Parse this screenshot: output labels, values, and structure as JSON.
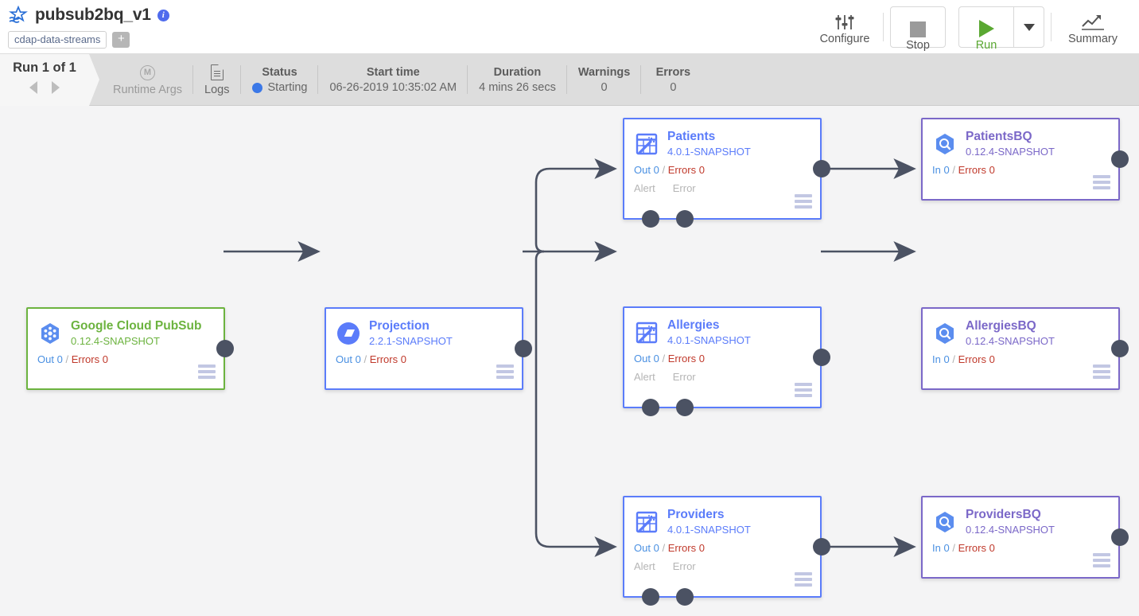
{
  "header": {
    "pipeline_name": "pubsub2bq_v1",
    "pipeline_icon": "pipeline-logo-icon",
    "info_icon": "info-icon",
    "info_glyph": "i",
    "tag": "cdap-data-streams",
    "add_tag_label": "+",
    "toolbar": {
      "configure_label": "Configure",
      "configure_icon": "sliders-icon",
      "stop_label": "Stop",
      "stop_icon": "stop-square-icon",
      "run_label": "Run",
      "run_icon": "play-triangle-icon",
      "caret_icon": "chevron-down-icon",
      "summary_label": "Summary",
      "summary_icon": "line-chart-icon"
    }
  },
  "statusbar": {
    "run_counter": "Run 1 of 1",
    "prev_icon": "chevron-left-icon",
    "next_icon": "chevron-right-icon",
    "runtime_args_label": "Runtime Args",
    "runtime_args_icon": "macro-m-icon",
    "runtime_args_glyph": "M",
    "logs_label": "Logs",
    "logs_icon": "document-icon",
    "status_head": "Status",
    "status_value": "Starting",
    "status_color": "#3b78e7",
    "start_time_head": "Start time",
    "start_time_value": "06-26-2019 10:35:02 AM",
    "duration_head": "Duration",
    "duration_value": "4 mins 26 secs",
    "warnings_head": "Warnings",
    "warnings_value": "0",
    "errors_head": "Errors",
    "errors_value": "0"
  },
  "colors": {
    "source_accent": "#6cb33f",
    "transform_accent": "#5b7cfa",
    "sink_accent": "#7b68c8",
    "metric_in_out": "#4a90e2",
    "metric_error": "#c0392b",
    "edge": "#4b5263",
    "canvas_bg": "#f4f4f5"
  },
  "nodes": [
    {
      "id": "pubsub",
      "kind": "source",
      "title": "Google Cloud PubSub",
      "version": "0.12.4-SNAPSHOT",
      "icon": "google-cloud-pubsub-icon",
      "metric_label": "Out",
      "metric_value": "0",
      "errors_label": "Errors",
      "errors_value": "0",
      "menu_icon": "node-menu-icon",
      "ports": []
    },
    {
      "id": "projection",
      "kind": "transform",
      "title": "Projection",
      "version": "2.2.1-SNAPSHOT",
      "icon": "projection-icon",
      "metric_label": "Out",
      "metric_value": "0",
      "errors_label": "Errors",
      "errors_value": "0",
      "menu_icon": "node-menu-icon",
      "ports": []
    },
    {
      "id": "patients",
      "kind": "transform",
      "title": "Patients",
      "version": "4.0.1-SNAPSHOT",
      "icon": "wrangler-icon",
      "metric_label": "Out",
      "metric_value": "0",
      "errors_label": "Errors",
      "errors_value": "0",
      "menu_icon": "node-menu-icon",
      "ports": [
        "Alert",
        "Error"
      ]
    },
    {
      "id": "allergies",
      "kind": "transform",
      "title": "Allergies",
      "version": "4.0.1-SNAPSHOT",
      "icon": "wrangler-icon",
      "metric_label": "Out",
      "metric_value": "0",
      "errors_label": "Errors",
      "errors_value": "0",
      "menu_icon": "node-menu-icon",
      "ports": [
        "Alert",
        "Error"
      ]
    },
    {
      "id": "providers",
      "kind": "transform",
      "title": "Providers",
      "version": "4.0.1-SNAPSHOT",
      "icon": "wrangler-icon",
      "metric_label": "Out",
      "metric_value": "0",
      "errors_label": "Errors",
      "errors_value": "0",
      "menu_icon": "node-menu-icon",
      "ports": [
        "Alert",
        "Error"
      ]
    },
    {
      "id": "patientsbq",
      "kind": "sink",
      "title": "PatientsBQ",
      "version": "0.12.4-SNAPSHOT",
      "icon": "bigquery-icon",
      "metric_label": "In",
      "metric_value": "0",
      "errors_label": "Errors",
      "errors_value": "0",
      "menu_icon": "node-menu-icon",
      "ports": []
    },
    {
      "id": "allergiesbq",
      "kind": "sink",
      "title": "AllergiesBQ",
      "version": "0.12.4-SNAPSHOT",
      "icon": "bigquery-icon",
      "metric_label": "In",
      "metric_value": "0",
      "errors_label": "Errors",
      "errors_value": "0",
      "menu_icon": "node-menu-icon",
      "ports": []
    },
    {
      "id": "providersbq",
      "kind": "sink",
      "title": "ProvidersBQ",
      "version": "0.12.4-SNAPSHOT",
      "icon": "bigquery-icon",
      "metric_label": "In",
      "metric_value": "0",
      "errors_label": "Errors",
      "errors_value": "0",
      "menu_icon": "node-menu-icon",
      "ports": []
    }
  ]
}
